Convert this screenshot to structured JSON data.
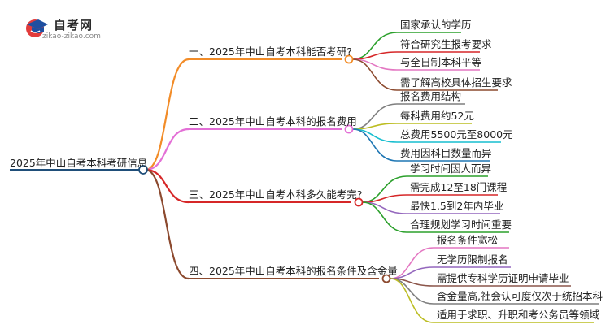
{
  "logo": {
    "title": "自考网",
    "url": "zikao-zikao.com"
  },
  "root": {
    "label": "2025年中山自考本科考研信息"
  },
  "branches": [
    {
      "label": "一、2025年中山自考本科能否考研?",
      "color": "#f28c28",
      "children": [
        {
          "label": "国家承认的学历",
          "color": "#2ca02c"
        },
        {
          "label": "符合研究生报考要求",
          "color": "#d62728"
        },
        {
          "label": "与全日制本科平等",
          "color": "#e377c2"
        },
        {
          "label": "需了解高校具体招生要求",
          "color": "#8c4a2f"
        }
      ]
    },
    {
      "label": "二、2025年中山自考本科的报名费用",
      "color": "#e36fd6",
      "children": [
        {
          "label": "报名费用结构",
          "color": "#7f7f7f"
        },
        {
          "label": "每科费用约52元",
          "color": "#bcbd22"
        },
        {
          "label": "总费用5500元至8000元",
          "color": "#17becf"
        },
        {
          "label": "费用因科目数量而异",
          "color": "#1f77b4"
        }
      ]
    },
    {
      "label": "三、2025年中山自考本科多久能考完?",
      "color": "#d62728",
      "children": [
        {
          "label": "学习时间因人而异",
          "color": "#2ca02c"
        },
        {
          "label": "需完成12至18门课程",
          "color": "#d62728"
        },
        {
          "label": "最快1.5到2年内毕业",
          "color": "#9467bd"
        },
        {
          "label": "合理规划学习时间重要",
          "color": "#2ca02c"
        }
      ]
    },
    {
      "label": "四、2025年中山自考本科的报名条件及含金量",
      "color": "#8c4a2f",
      "children": [
        {
          "label": "报名条件宽松",
          "color": "#e377c2"
        },
        {
          "label": "无学历限制报名",
          "color": "#9467bd"
        },
        {
          "label": "需提供专科学历证明申请毕业",
          "color": "#8c564b"
        },
        {
          "label": "含金量高,社会认可度仅次于统招本科",
          "color": "#7f7f7f"
        },
        {
          "label": "适用于求职、升职和考公务员等领域",
          "color": "#bcbd22"
        }
      ]
    }
  ]
}
